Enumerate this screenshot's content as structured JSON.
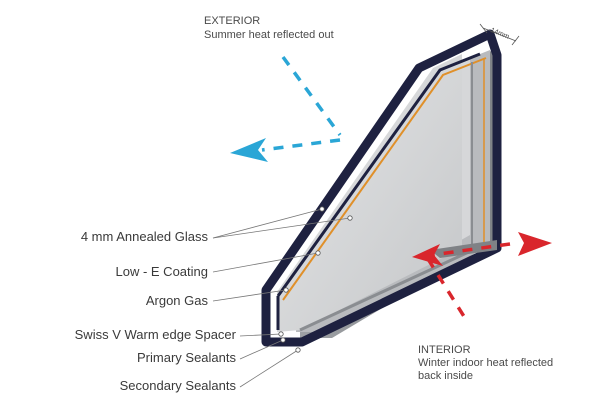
{
  "exterior": {
    "title": "EXTERIOR",
    "caption": "Summer heat reflected out"
  },
  "interior": {
    "title": "INTERIOR",
    "caption_line1": "Winter indoor heat reflected",
    "caption_line2": "back inside"
  },
  "dimension_label": "14mm",
  "parts": [
    {
      "label": "4 mm Annealed Glass"
    },
    {
      "label": "Low - E Coating"
    },
    {
      "label": "Argon Gas"
    },
    {
      "label": "Swiss V Warm edge Spacer"
    },
    {
      "label": "Primary Sealants"
    },
    {
      "label": "Secondary Sealants"
    }
  ],
  "colors": {
    "exterior_arrow": "#2aa6d6",
    "interior_arrow": "#d9262c",
    "frame": "#1e2140",
    "coating": "#e0902a",
    "glass": "#c9cacc",
    "leader": "#777777"
  }
}
